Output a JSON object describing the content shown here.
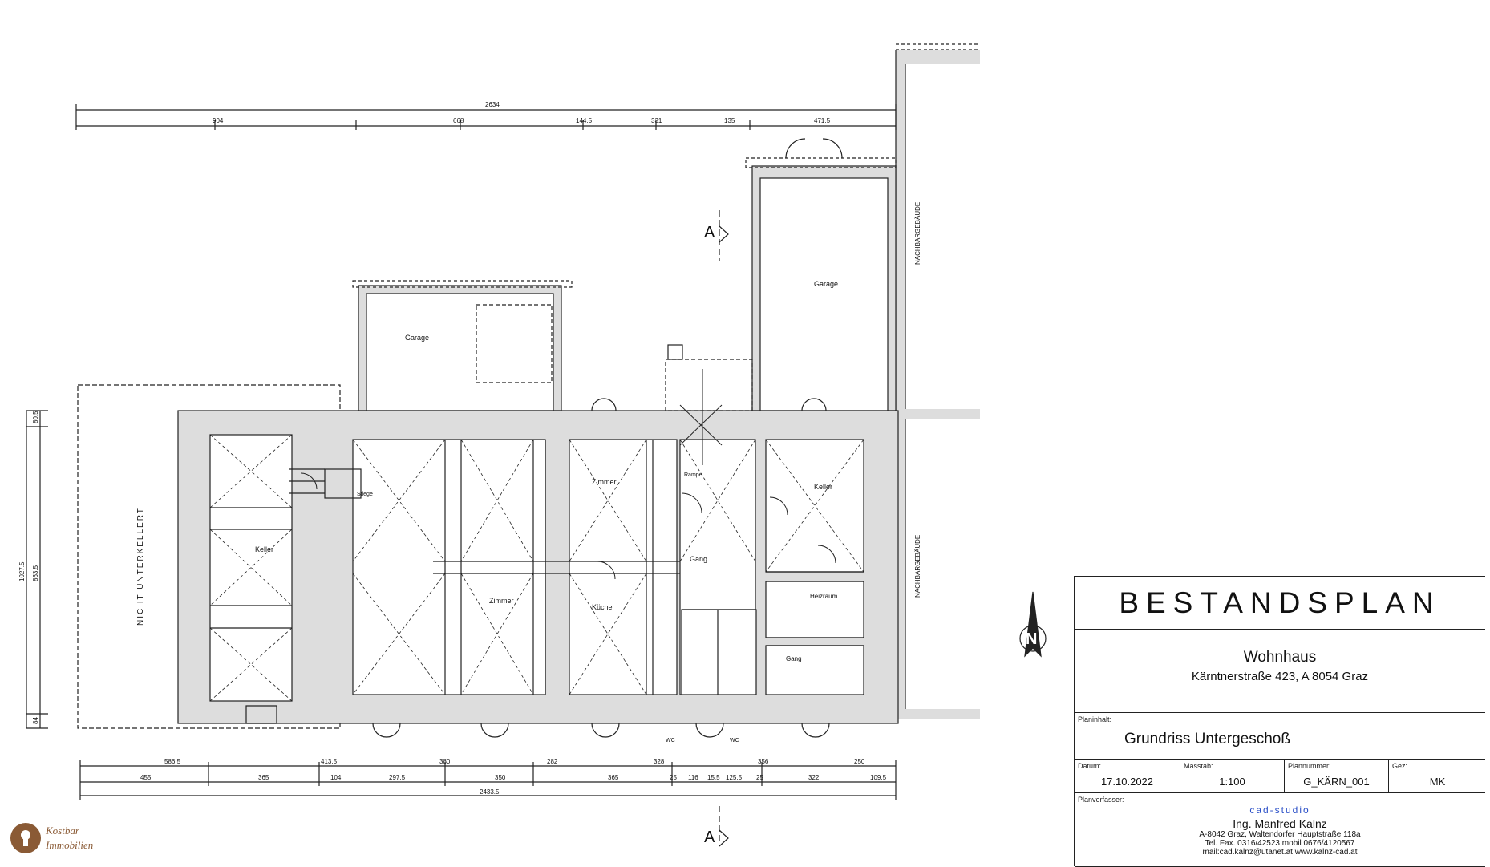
{
  "title_block": {
    "title": "BESTANDSPLAN",
    "object_name": "Wohnhaus",
    "object_address": "Kärntnerstraße 423, A 8054 Graz",
    "content_label": "Planinhalt:",
    "content_value": "Grundriss Untergeschoß",
    "date_label": "Datum:",
    "date_value": "17.10.2022",
    "scale_label": "Masstab:",
    "scale_value": "1:100",
    "plan_no_label": "Plannummer:",
    "plan_no_value": "G_KÄRN_001",
    "drawn_label": "Gez:",
    "drawn_value": "MK",
    "author_label": "Planverfasser:",
    "author_studio": "cad-studio",
    "author_name": "Ing. Manfred Kalnz",
    "author_address": "A-8042 Graz, Waltendorfer Hauptstraße 118a",
    "author_phone": "Tel. Fax. 0316/42523    mobil 0676/4120567",
    "author_mail": "mail:cad.kalnz@utanet.at    www.kalnz-cad.at"
  },
  "dimensions_top": {
    "total": "2634",
    "segments": [
      "904",
      "668",
      "144.5",
      "331",
      "135",
      "471.5"
    ]
  },
  "dimensions_bottom": {
    "row1": [
      "586.5",
      "413.5",
      "380",
      "282",
      "328",
      "356",
      "250"
    ],
    "row2": [
      "455",
      "365",
      "104",
      "297.5",
      "350",
      "365",
      "25",
      "116",
      "15.5",
      "125.5",
      "25",
      "322",
      "109.5"
    ],
    "total": "2433.5"
  },
  "dimensions_left": [
    "1027.5",
    "863.5",
    "80.5",
    "84"
  ],
  "labels": {
    "nicht_unterkellert": "NICHT UNTERKELLERT",
    "nachbargebaeude_1": "NACHBARGEBÄUDE",
    "nachbargebaeude_2": "NACHBARGEBÄUDE",
    "section_top": "A",
    "section_bottom": "A",
    "north": "N",
    "garage_left": "Garage",
    "garage_right": "Garage",
    "room_u01": "Gang",
    "room_u02": "Keller",
    "room_u07": "Küche",
    "room_u08": "Zimmer",
    "room_u09": "Zimmer",
    "room_u10": "Keller",
    "room_u05": "WC",
    "room_u06": "WC",
    "room_u03": "Heizraum",
    "room_u04": "Gang",
    "rampe": "Rampe",
    "stiege": "Stiege"
  },
  "logo": {
    "line1": "Kostbar",
    "line2": "Immobilien"
  }
}
